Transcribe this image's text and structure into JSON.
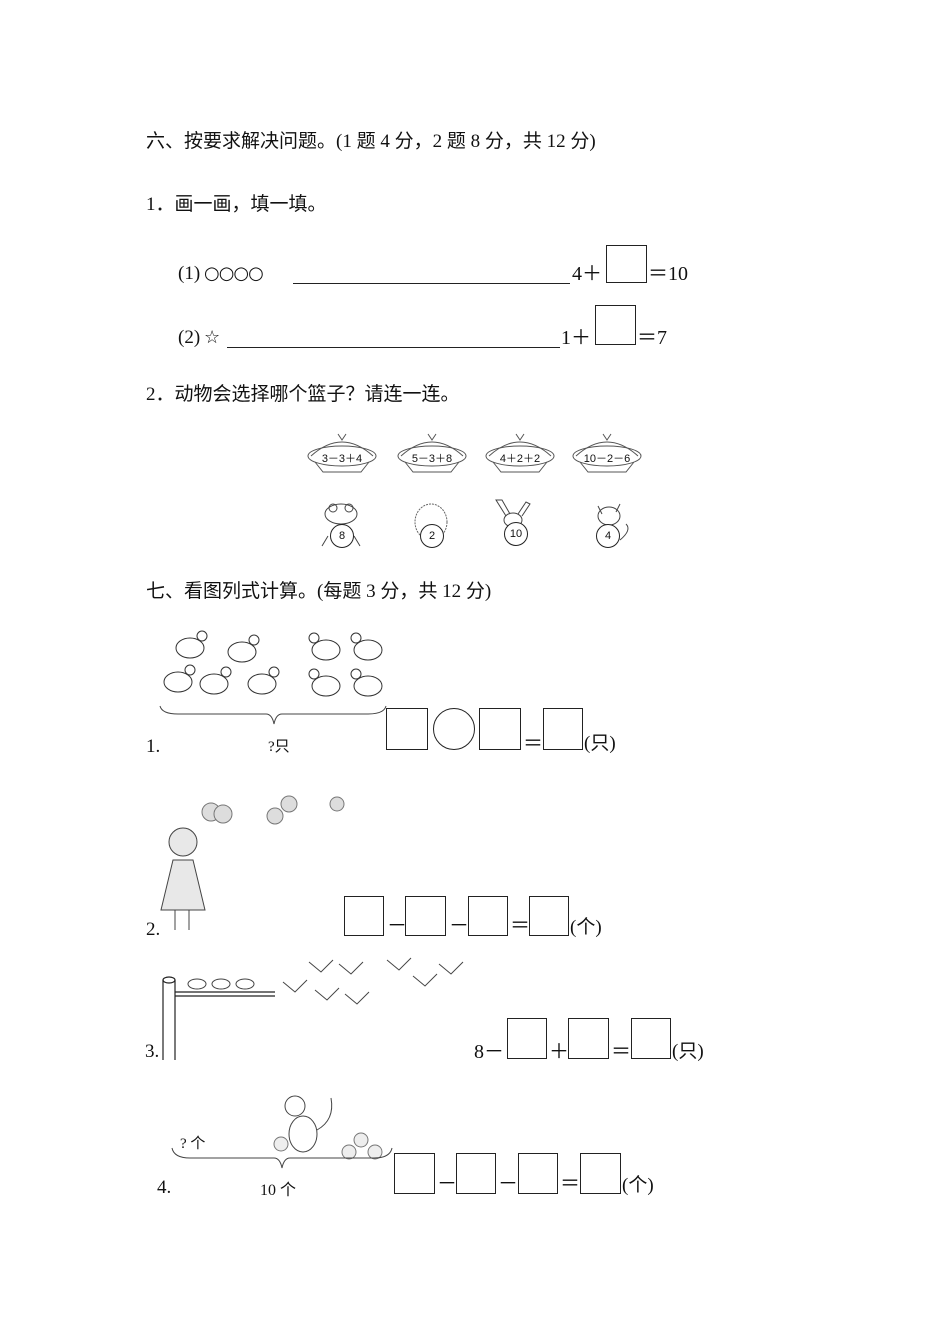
{
  "section6": {
    "title": "六、按要求解决问题。(1 题 4 分，2 题 8 分，共 12 分)",
    "q1": {
      "label": "1．画一画，填一填。",
      "sub1": {
        "prefix": "(1)",
        "shapes": "○○○○",
        "eq_left": "4＋",
        "eq_right": "＝10"
      },
      "sub2": {
        "prefix": "(2)",
        "shapes": "☆",
        "eq_left": "1＋",
        "eq_right": "＝7"
      }
    },
    "q2": {
      "label": "2．动物会选择哪个篮子？请连一连。",
      "baskets": [
        {
          "equation": "3－3＋4"
        },
        {
          "equation": "5－3＋8"
        },
        {
          "equation": "4＋2＋2"
        },
        {
          "equation": "10－2－6"
        }
      ],
      "animals": [
        {
          "name": "frog",
          "number": "8"
        },
        {
          "name": "sheep",
          "number": "2"
        },
        {
          "name": "rabbit",
          "number": "10"
        },
        {
          "name": "cat",
          "number": "4"
        }
      ]
    }
  },
  "section7": {
    "title": "七、看图列式计算。(每题 3 分，共 12 分)",
    "q1": {
      "number": "1.",
      "brace_label": "?只",
      "unit": "(只)",
      "eq": "＝"
    },
    "q2": {
      "number": "2.",
      "op1": "－",
      "op2": "－",
      "eq": "＝",
      "unit": "(个)"
    },
    "q3": {
      "number": "3.",
      "start": "8－",
      "op1": "＋",
      "eq": "＝",
      "unit": "(只)"
    },
    "q4": {
      "number": "4.",
      "top_label": "? 个",
      "brace_label": "10 个",
      "op1": "－",
      "op2": "－",
      "eq": "＝",
      "unit": "(个)"
    }
  }
}
